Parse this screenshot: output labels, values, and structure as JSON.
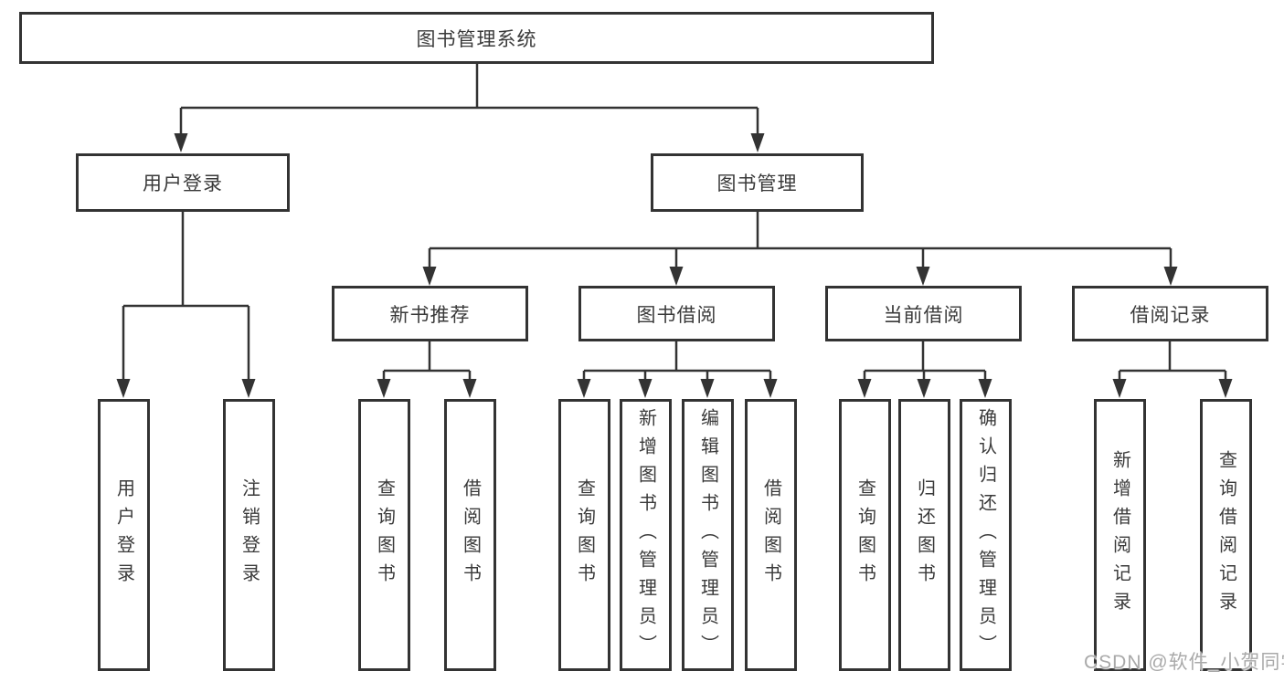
{
  "colors": {
    "line": "#333333",
    "box_border": "#333333",
    "text": "#3a3a3a",
    "background": "#ffffff",
    "watermark": "#a9a9a9"
  },
  "watermark": {
    "text": "CSDN @软件_小贺同学"
  },
  "tree": {
    "label": "图书管理系统",
    "children": [
      {
        "label": "用户登录",
        "children": [
          {
            "label": "用户登录"
          },
          {
            "label": "注销登录"
          }
        ]
      },
      {
        "label": "图书管理",
        "children": [
          {
            "label": "新书推荐",
            "children": [
              {
                "label": "查询图书"
              },
              {
                "label": "借阅图书"
              }
            ]
          },
          {
            "label": "图书借阅",
            "children": [
              {
                "label": "查询图书"
              },
              {
                "label": "新增图书（管理员）"
              },
              {
                "label": "编辑图书（管理员）"
              },
              {
                "label": "借阅图书"
              }
            ]
          },
          {
            "label": "当前借阅",
            "children": [
              {
                "label": "查询图书"
              },
              {
                "label": "归还图书"
              },
              {
                "label": "确认归还（管理员）"
              }
            ]
          },
          {
            "label": "借阅记录",
            "children": [
              {
                "label": "新增借阅记录"
              },
              {
                "label": "查询借阅记录"
              }
            ]
          }
        ]
      }
    ]
  }
}
